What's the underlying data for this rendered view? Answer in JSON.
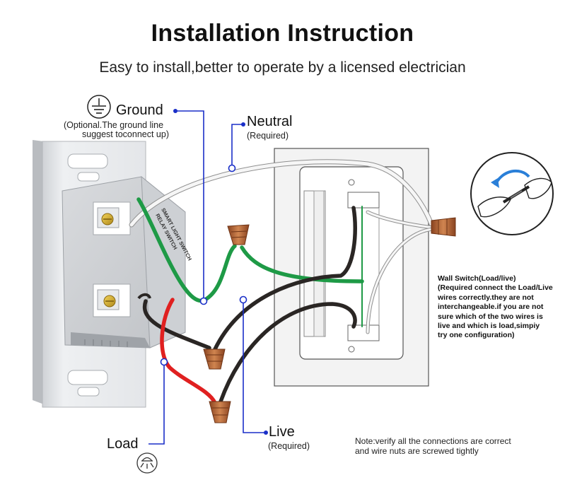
{
  "header": {
    "title": "Installation Instruction",
    "subtitle": "Easy to install,better to operate by a licensed electrician"
  },
  "labels": {
    "ground": "Ground",
    "ground_note_1": "(Optional.The ground line",
    "ground_note_2": "suggest toconnect up)",
    "neutral": "Neutral",
    "neutral_note": "(Required)",
    "live": "Live",
    "live_note": "(Required)",
    "load": "Load",
    "switch_text_1": "SMART LIGHT SWITCH",
    "switch_text_2": "RELAY SWITCH"
  },
  "wall_switch": {
    "title": "Wall Switch(Load/live)",
    "lines": [
      "(Required connect the Load/Live",
      "wires correctly.they are not",
      "interchangeable.if you are not",
      "sure which of the two wires is",
      "live and which is load,simpiy",
      "try one configuration)"
    ]
  },
  "note": {
    "line1": "Note:verify all the connections are correct",
    "line2": "and wire nuts are screwed tightly"
  },
  "icons": [
    "ground-symbol-icon",
    "ceiling-light-icon",
    "twist-wire-nut-icon"
  ],
  "colors": {
    "wire_green": "#1e9a46",
    "wire_black": "#2a2624",
    "wire_red": "#e02020",
    "wire_white": "#f4f4f4",
    "leader_blue": "#1a2fc8",
    "wire_nut": "#b5683a"
  }
}
